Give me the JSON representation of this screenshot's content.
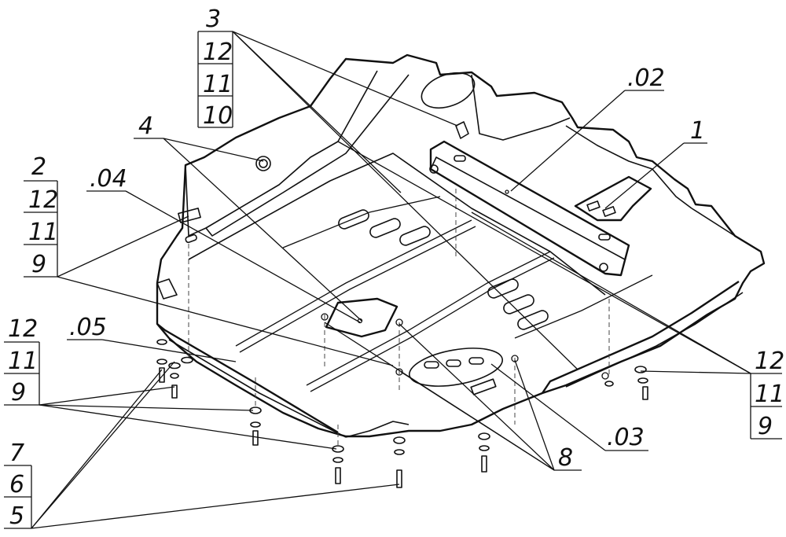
{
  "labels": {
    "callout_top": [
      "3",
      "12",
      "11",
      "10"
    ],
    "callout_left": [
      "2",
      "12",
      "11",
      "9"
    ],
    "callout_bottom_left": [
      "12",
      "11",
      "9"
    ],
    "callout_fasteners": [
      "7",
      "6",
      "5"
    ],
    "callout_right": [
      "12",
      "11",
      "9"
    ],
    "part_02": ".02",
    "part_1": "1",
    "part_4": "4",
    "part_04": ".04",
    "part_05": ".05",
    "part_03": ".03",
    "part_8": "8"
  }
}
